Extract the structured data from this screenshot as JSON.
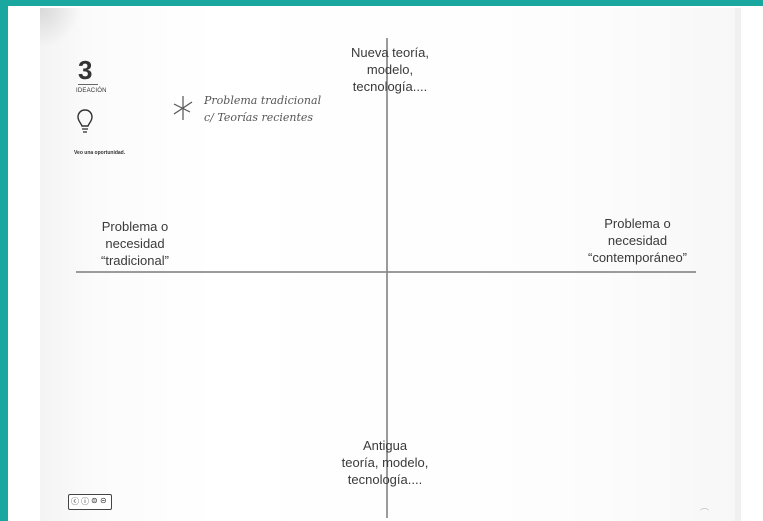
{
  "worksheet": {
    "stage_number": "3",
    "stage_name": "IDEACIÓN",
    "stage_tagline": "Veo una oportunidad.",
    "handwritten_note": {
      "line1": "Problema tradicional",
      "line2": "c/ Teorías recientes"
    },
    "axis_labels": {
      "top": [
        "Nueva teoría,",
        "modelo,",
        "tecnología...."
      ],
      "left": [
        "Problema o",
        "necesidad",
        "“tradicional”"
      ],
      "right": [
        "Problema o",
        "necesidad",
        "“contemporáneo”"
      ],
      "bottom": [
        "Antigua",
        "teoría, modelo,",
        "tecnología...."
      ]
    },
    "license_badge": "cc-by-nc-nd-badge",
    "icons": [
      "lightbulb-icon",
      "asterisk-mark-icon",
      "creative-commons-icon"
    ],
    "colors": {
      "frame": "#1aa7a0",
      "ink": "#3a3a3a",
      "axis": "#8a8a8a"
    }
  }
}
